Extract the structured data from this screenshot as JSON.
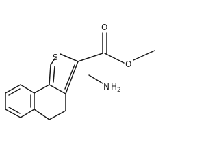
{
  "molecule": {
    "atoms": {
      "sulfur": "S",
      "ester_carbonyl_oxygen": "O",
      "ester_ether_oxygen": "O",
      "amino_nitrogen": "N",
      "amino_hydrogen": "H",
      "amino_hydrogen_count": "2"
    }
  }
}
